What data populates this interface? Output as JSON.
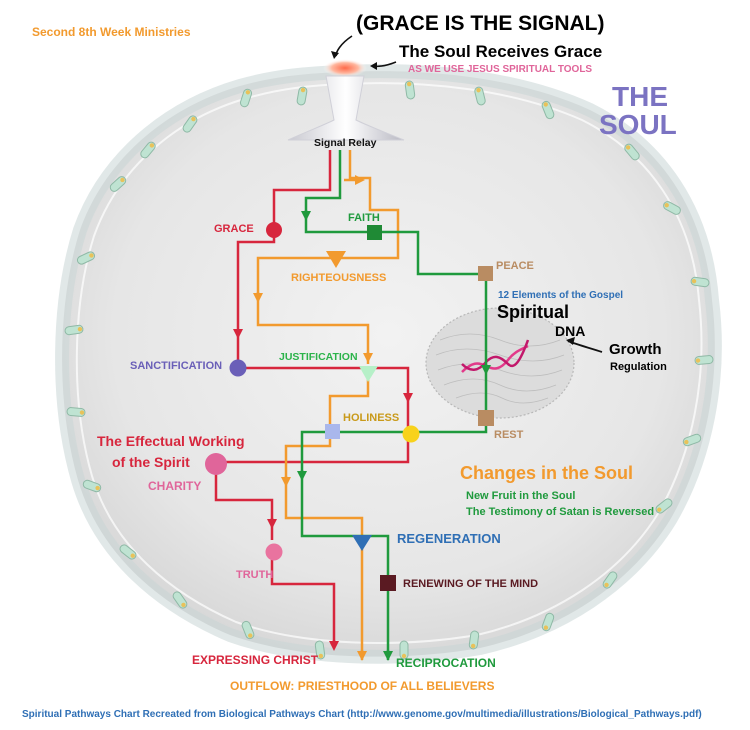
{
  "header": {
    "ministry": "Second 8th Week Ministries",
    "signal_title": "(GRACE IS THE SIGNAL)",
    "receives": "The Soul Receives Grace",
    "tools": "AS WE USE JESUS SPIRITUAL TOOLS",
    "soul_line1": "THE",
    "soul_line2": "SOUL"
  },
  "nodes": {
    "signal_relay": "Signal Relay",
    "grace": "GRACE",
    "faith": "FAITH",
    "righteousness": "RIGHTEOUSNESS",
    "peace": "PEACE",
    "gospel": "12 Elements of the Gospel",
    "spiritual": "Spiritual",
    "dna": "DNA",
    "growth": "Growth",
    "regulation": "Regulation",
    "sanctification": "SANCTIFICATION",
    "justification": "JUSTIFICATION",
    "holiness": "HOLINESS",
    "rest": "REST",
    "effectual1": "The Effectual Working",
    "effectual2": "of the Spirit",
    "charity": "CHARITY",
    "truth": "TRUTH",
    "regeneration": "REGENERATION",
    "renewing": "RENEWING OF THE MIND"
  },
  "changes": {
    "title": "Changes in the Soul",
    "line1": "New Fruit in the Soul",
    "line2": "The Testimony of Satan is Reversed"
  },
  "outputs": {
    "expressing": "EXPRESSING CHRIST",
    "reciprocation": "RECIPROCATION",
    "outflow": "OUTFLOW: PRIESTHOOD OF ALL BELIEVERS"
  },
  "footer": {
    "credit": "Spiritual Pathways Chart Recreated from Biological Pathways Chart (http://www.genome.gov/multimedia/illustrations/Biological_Pathways.pdf)"
  },
  "colors": {
    "red": "#d7263d",
    "orange": "#f29a2e",
    "green": "#1f9a3d",
    "purple": "#6a5fb8",
    "blue": "#2f6fb5",
    "pink": "#e0659a",
    "tan": "#b98c62",
    "maroon": "#5a1a22",
    "soul_title": "#7b73c2"
  }
}
